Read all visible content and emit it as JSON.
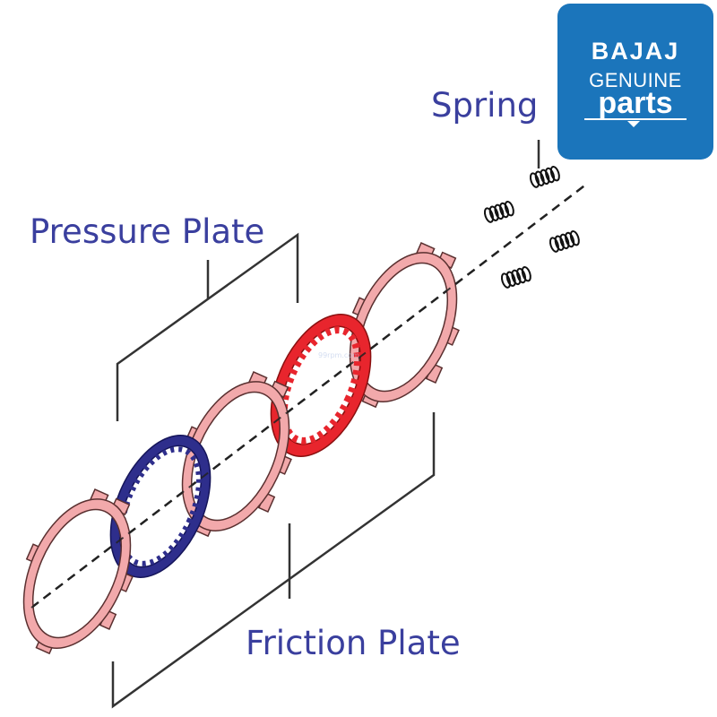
{
  "labels": {
    "pressure_plate": "Pressure Plate",
    "spring": "Spring",
    "friction_plate": "Friction Plate"
  },
  "logo": {
    "line1": "BAJAJ",
    "line2": "GENUINE",
    "line3": "parts"
  },
  "watermark": "99rpm.com",
  "colors": {
    "label_text": "#3a3f9e",
    "logo_bg": "#1b75bb",
    "friction_plate_fill": "#f2a9ab",
    "friction_plate_stroke": "#5a3030",
    "pressure_plate_blue": "#2e2e8c",
    "pressure_plate_red": "#e8252d",
    "line": "#222222"
  }
}
